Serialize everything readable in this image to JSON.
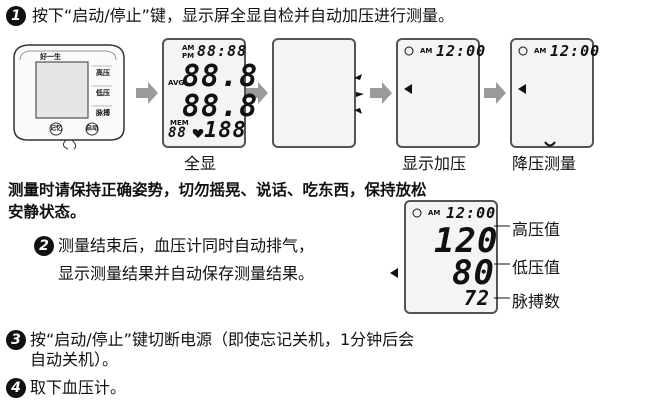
{
  "step1": {
    "num": "1",
    "text": "按下“启动/停止”键，显示屏全显自检并自动加压进行测量。"
  },
  "device": {
    "brand": "好一生",
    "side_labels": [
      "高压",
      "低压",
      "脉搏"
    ],
    "btn_left": "记忆",
    "btn_right": "启动"
  },
  "display_full": {
    "am": "AM",
    "pm": "PM",
    "time": "88:88",
    "avg": "AVG",
    "mem": "MEM",
    "sys": "88.8",
    "dia": "88.8",
    "mem_num": "88",
    "pulse": "188"
  },
  "display_inflate": {
    "am": "AM",
    "time": "12:00"
  },
  "display_deflate": {
    "am": "AM",
    "time": "12:00"
  },
  "captions": {
    "full": "全显",
    "inflate": "显示加压",
    "deflate": "降压测量"
  },
  "warning": {
    "line1": "测量时请保持正确姿势，切勿摇晃、说话、吃东西，保持放松",
    "line2": "安静状态。"
  },
  "step2": {
    "num": "2",
    "line1": "测量结束后，血压计同时自动排气，",
    "line2": "显示测量结果并自动保存测量结果。"
  },
  "result": {
    "am": "AM",
    "time": "12:00",
    "sys": "120",
    "dia": "80",
    "pulse": "72",
    "label_sys": "高压值",
    "label_dia": "低压值",
    "label_pulse": "脉搏数"
  },
  "step3": {
    "num": "3",
    "line1": "按“启动/停止”键切断电源（即使忘记关机，1分钟后会",
    "line2": "自动关机）。"
  },
  "step4": {
    "num": "4",
    "text": "取下血压计。"
  },
  "colors": {
    "arrow": "#9a9a9a",
    "frame": "#555555",
    "screen": "#f4f4f4"
  }
}
